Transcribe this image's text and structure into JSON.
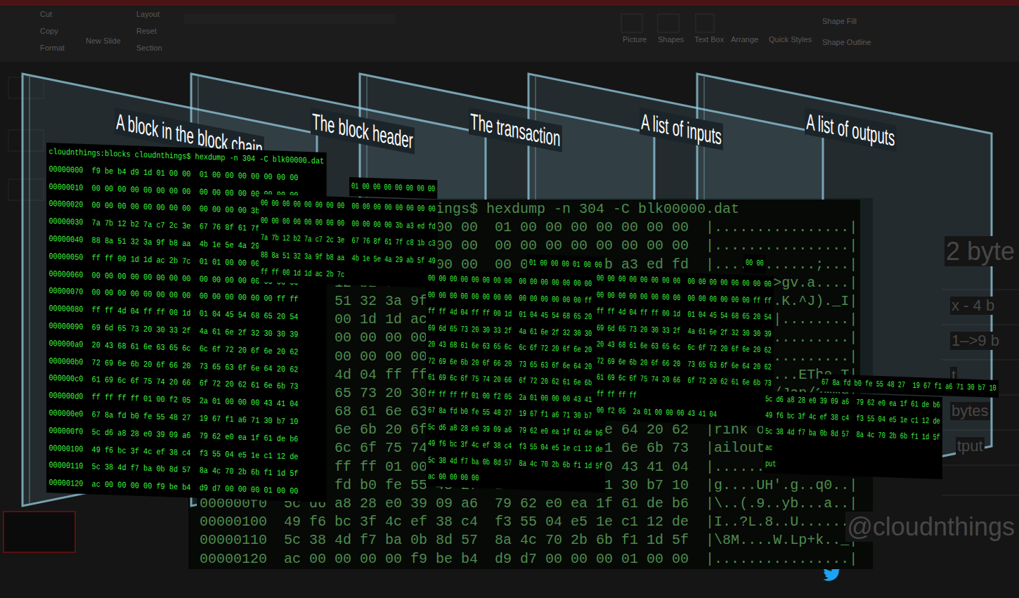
{
  "diagram": {
    "nodes": [
      {
        "text": [
          "A block in the block chain"
        ]
      },
      {
        "text": [
          "The block header"
        ]
      },
      {
        "text": [
          "The transaction"
        ]
      },
      {
        "text": [
          "A list of inputs"
        ]
      },
      {
        "text": [
          "A list of outputs"
        ]
      }
    ],
    "labels": [
      "Cut",
      "Copy",
      "Format",
      "Layout",
      "Reset",
      "Section",
      "New Slide",
      "Picture",
      "Shapes",
      "Text Box",
      "Arrange",
      "Quick Styles",
      "Shape Fill",
      "Shape Outline",
      "cloudnthings:blocks cloudnthings$ hexdump -n 304 -C blk00000.dat",
      "00000000  f9 be b4 d9 1d 01 00 00  01 00 00 00 00 00 00 00  |................|",
      "00000010  00 00 00 00 00 00 00 00  00 00 00 00 00 00 00 00  |................|",
      "00000020  00 00 00 00 00 00 00 00  00 00 00 00 3b a3 ed fd  |............;...|",
      "00000030  7a 7b 12 b2 7a c7 2c 3e  67 76 8f 61 7f c8 1b c3  |z{..z.,>gv.a....|",
      "00000040  88 8a 51 32 3a 9f b8 aa  4b 1e 5e 4a 29 ab 5f 49  |..Q2:...K.^J)._I|",
      "00000050  ff ff 00 1d 1d ac 2b 7c  01 01 00 00 00 01 00 00  |......+|........|",
      "00000060  00 00 00 00 00 00 00 00  00 00 00 00 00 00 00 00  |................|",
      "00000070  00 00 00 00 00 00 00 00  00 00 00 00 00 00 ff ff  |................|",
      "00000080  ff ff 4d 04 ff ff 00 1d  01 04 45 54 68 65 20 54  |..M.......EThe T|",
      "00000090  69 6d 65 73 20 30 33 2f  4a 61 6e 2f 32 30 30 39  |imes 03/Jan/2009|",
      "000000a0  20 43 68 61 6e 63 65 6c  6c 6f 72 20 6f 6e 20 62  | Chancellor on b|",
      "000000b0  72 69 6e 6b 20 6f 66 20  73 65 63 6f 6e 64 20 62  |rink of second b|",
      "000000c0  61 69 6c 6f 75 74 20 66  6f 72 20 62 61 6e 6b 73  |ailout for banks|",
      "000000d0  ff ff ff ff 01 00 f2 05  2a 01 00 00 00 43 41 04  |........*....CA.|",
      "000000e0  67 8a fd b0 fe 55 48 27  19 67 f1 a6 71 30 b7 10  |g....UH'.g..q0..|",
      "000000f0  5c d6 a8 28 e0 39 09 a6  79 62 e0 ea 1f 61 de b6  |\\..(.9..yb...a..|",
      "00000100  49 f6 bc 3f 4c ef 38 c4  f3 55 04 e5 1e c1 12 de  |I..?L.8..U......|",
      "00000110  5c 38 4d f7 ba 0b 8d 57  8a 4c 70 2b 6b f1 1d 5f  |\\8M....W.Lp+k.._|",
      "00000120  ac 00 00 00 00 f9 be b4  d9 d7 00 00 00 01 00 00  |................|",
      "cloudnthings:blocks cloudnthings$ hexdump -n 304 -C blk00000.dat",
      "00000000  f9 be b4 d9 1d 01 00 00  01 00 00 00 00 00 00 00",
      "00000010  00 00 00 00 00 00 00 00  00 00 00 00 00 00 00 00",
      "00000020  00 00 00 00 00 00 00 00  00 00 00 00 3b a3 ed fd",
      "00000030  7a 7b 12 b2 7a c7 2c 3e  67 76 8f 61 7f c8 1b c3",
      "00000040  88 8a 51 32 3a 9f b8 aa  4b 1e 5e 4a 29 ab 5f 49",
      "00000050  ff ff 00 1d 1d ac 2b 7c  01 01 00 00 00 01 00 00",
      "00000060  00 00 00 00 00 00 00 00  00 00 00 00 00 00 00 00",
      "00000070  00 00 00 00 00 00 00 00  00 00 00 00 00 00 ff ff",
      "00000080  ff ff 4d 04 ff ff 00 1d  01 04 45 54 68 65 20 54",
      "00000090  69 6d 65 73 20 30 33 2f  4a 61 6e 2f 32 30 30 39",
      "000000a0  20 43 68 61 6e 63 65 6c  6c 6f 72 20 6f 6e 20 62",
      "000000b0  72 69 6e 6b 20 6f 66 20  73 65 63 6f 6e 64 20 62",
      "000000c0  61 69 6c 6f 75 74 20 66  6f 72 20 62 61 6e 6b 73",
      "000000d0  ff ff ff ff 01 00 f2 05  2a 01 00 00 00 43 41 04",
      "000000e0  67 8a fd b0 fe 55 48 27  19 67 f1 a6 71 30 b7 10",
      "000000f0  5c d6 a8 28 e0 39 09 a6  79 62 e0 ea 1f 61 de b6",
      "00000100  49 f6 bc 3f 4c ef 38 c4  f3 55 04 e5 1e c1 12 de",
      "00000110  5c 38 4d f7 ba 0b 8d 57  8a 4c 70 2b 6b f1 1d 5f",
      "00000120  ac 00 00 00 00 f9 be b4  d9 d7 00 00 00 01 00 00",
      "01 00 00 00 00 00 00 00",
      "00 00 00 00 00 00 00 00  00 00 00 00 00 00 00 00",
      "00 00 00 00 00 00 00 00  00 00 00 00 3b a3 ed fd",
      "7a 7b 12 b2 7a c7 2c 3e  67 76 8f 61 7f c8 1b c3",
      "88 8a 51 32 3a 9f b8 aa  4b 1e 5e 4a 29 ab 5f 49",
      "ff ff 00 1d 1d ac 2b 7c",
      "01 00 00 00 01 00 00",
      "00 00 00 00 00 00 00 00  00 00 00 00 00 00 00 00",
      "00 00 00 00 00 00 00 00  00 00 00 00 00 00 ff ff",
      "ff ff 4d 04 ff ff 00 1d  01 04 45 54 68 65 20 54",
      "69 6d 65 73 20 30 33 2f  4a 61 6e 2f 32 30 30 39",
      "20 43 68 61 6e 63 65 6c  6c 6f 72 20 6f 6e 20 62",
      "72 69 6e 6b 20 6f 66 20  73 65 63 6f 6e 64 20 62",
      "61 69 6c 6f 75 74 20 66  6f 72 20 62 61 6e 6b 73",
      "ff ff ff ff 01 00 f2 05  2a 01 00 00 00 43 41 04",
      "67 8a fd b0 fe 55 48 27  19 67 f1 a6 71 30 b7 10",
      "5c d6 a8 28 e0 39 09 a6  79 62 e0 ea 1f 61 de b6",
      "49 f6 bc 3f 4c ef 38 c4  f3 55 04 e5 1e c1 12 de",
      "5c 38 4d f7 ba 0b 8d 57  8a 4c 70 2b 6b f1 1d 5f",
      "ac 00 00 00 00",
      "00 00",
      "00 00 00 00 00 00 00 00  00 00 00 00 00 00 00 00",
      "00 00 00 00 00 00 00 00  00 00 00 00 00 00 ff ff",
      "ff ff 4d 04 ff ff 00 1d  01 04 45 54 68 65 20 54",
      "69 6d 65 73 20 30 33 2f  4a 61 6e 2f 32 30 30 39",
      "20 43 68 61 6e 63 65 6c  6c 6f 72 20 6f 6e 20 62",
      "72 69 6e 6b 20 6f 66 20  73 65 63 6f 6e 64 20 62",
      "61 69 6c 6f 75 74 20 66  6f 72 20 62 61 6e 6b 73",
      "ff ff ff ff",
      "00 f2 05  2a 01 00 00 00 43 41 04",
      "67 8a fd b0 fe 55 48 27  19 67 f1 a6 71 30 b7 10",
      "5c d6 a8 28 e0 39 09 a6  79 62 e0 ea 1f 61 de b6",
      "49 f6 bc 3f 4c ef 38 c4  f3 55 04 e5 1e c1 12 de",
      "5c 38 4d f7 ba 0b 8d 57  8a 4c 70 2b 6b f1 1d 5f",
      "ac",
      "put",
      "2 byte",
      "x - 4 b",
      "1–>9 b",
      "t",
      "bytes",
      "tput",
      "@cloudnthings"
    ]
  }
}
